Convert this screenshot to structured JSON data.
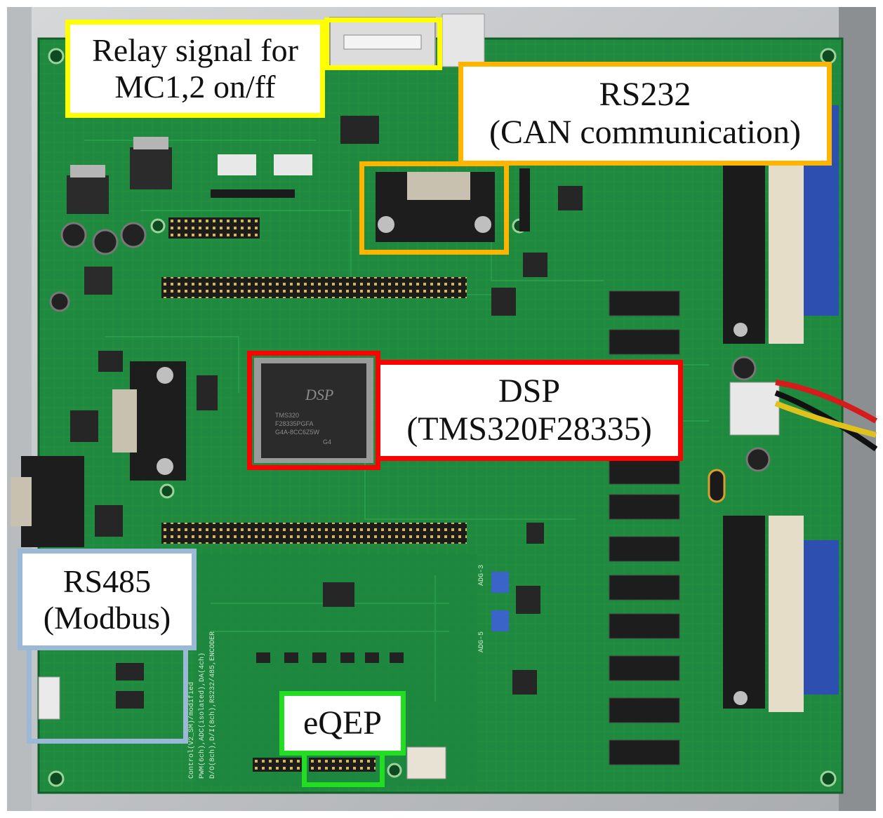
{
  "figure": {
    "annotations": [
      {
        "id": "relay",
        "lines": [
          "Relay signal for",
          "MC1,2 on/ff"
        ],
        "color": "#ffff00"
      },
      {
        "id": "rs232",
        "lines": [
          "RS232",
          "(CAN communication)"
        ],
        "color": "#ffb400"
      },
      {
        "id": "dsp",
        "lines": [
          "DSP",
          "(TMS320F28335)"
        ],
        "color": "#ff0000"
      },
      {
        "id": "rs485",
        "lines": [
          "RS485",
          "(Modbus)"
        ],
        "color": "#9bb8d6"
      },
      {
        "id": "eqep",
        "lines": [
          "eQEP"
        ],
        "color": "#22dd22"
      }
    ],
    "chip_marking": [
      "DSP",
      "TMS320",
      "F28335PGFA",
      "G4A-8CC6Z5W",
      "G4"
    ],
    "silkscreen": [
      "Control(V2_SM)/modified",
      "PWM(6ch),ADC(isolated),DA(4ch)",
      "D/O(8ch),D/I(8ch),RS232/485,ENCODER",
      "ADG-3",
      "ADG-5"
    ],
    "colors": {
      "pcb": "#1f8a3f",
      "pcb_dark": "#156b30",
      "trace": "#2aa04c",
      "chip": "#2b2b2b",
      "metal": "#c9cccf",
      "connector_blue": "#2c4fb0"
    }
  }
}
